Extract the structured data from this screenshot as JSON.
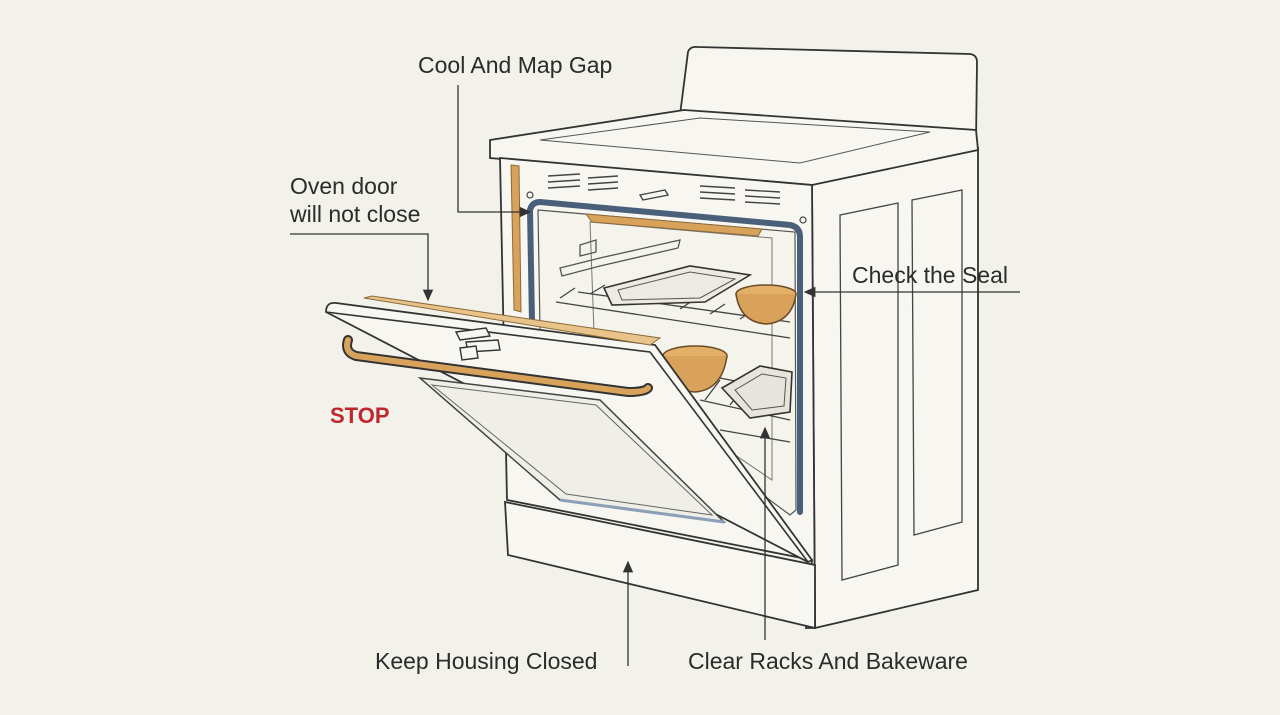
{
  "labels": {
    "cool_and_map_gap": "Cool And Map Gap",
    "oven_door_line1": "Oven door",
    "oven_door_line2": "will not close",
    "check_the_seal": "Check the Seal",
    "stop": "STOP",
    "keep_housing_closed": "Keep Housing Closed",
    "clear_racks_and_bakeware": "Clear Racks And Bakeware"
  },
  "colors": {
    "background": "#f2f1ea",
    "line": "#333333",
    "appliance_fill": "#f7f6f0",
    "seal_blue": "#4a5f7a",
    "highlight_orange": "#d9a25a",
    "stop_red": "#c0272d"
  }
}
